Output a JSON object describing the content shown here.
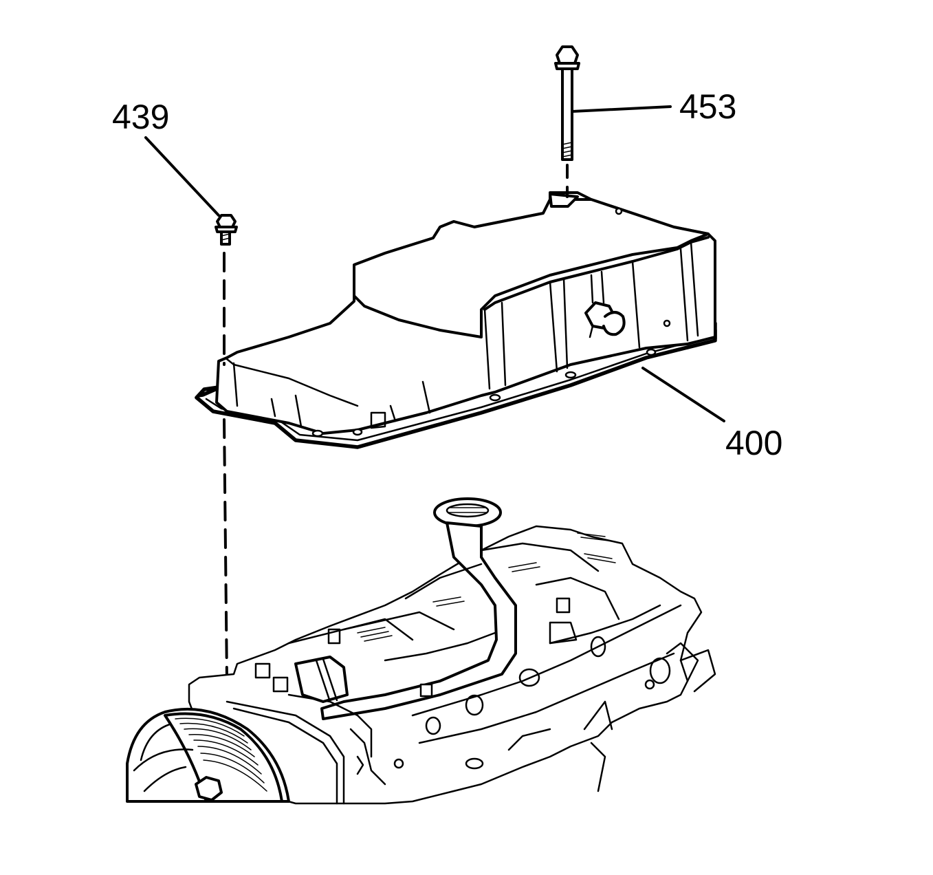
{
  "callouts": [
    {
      "id": "oil-pan-bolt-short",
      "label": "439"
    },
    {
      "id": "oil-pan-bolt-long",
      "label": "453"
    },
    {
      "id": "oil-pan",
      "label": "400"
    }
  ],
  "colors": {
    "ink": "#000000",
    "background": "#ffffff"
  }
}
